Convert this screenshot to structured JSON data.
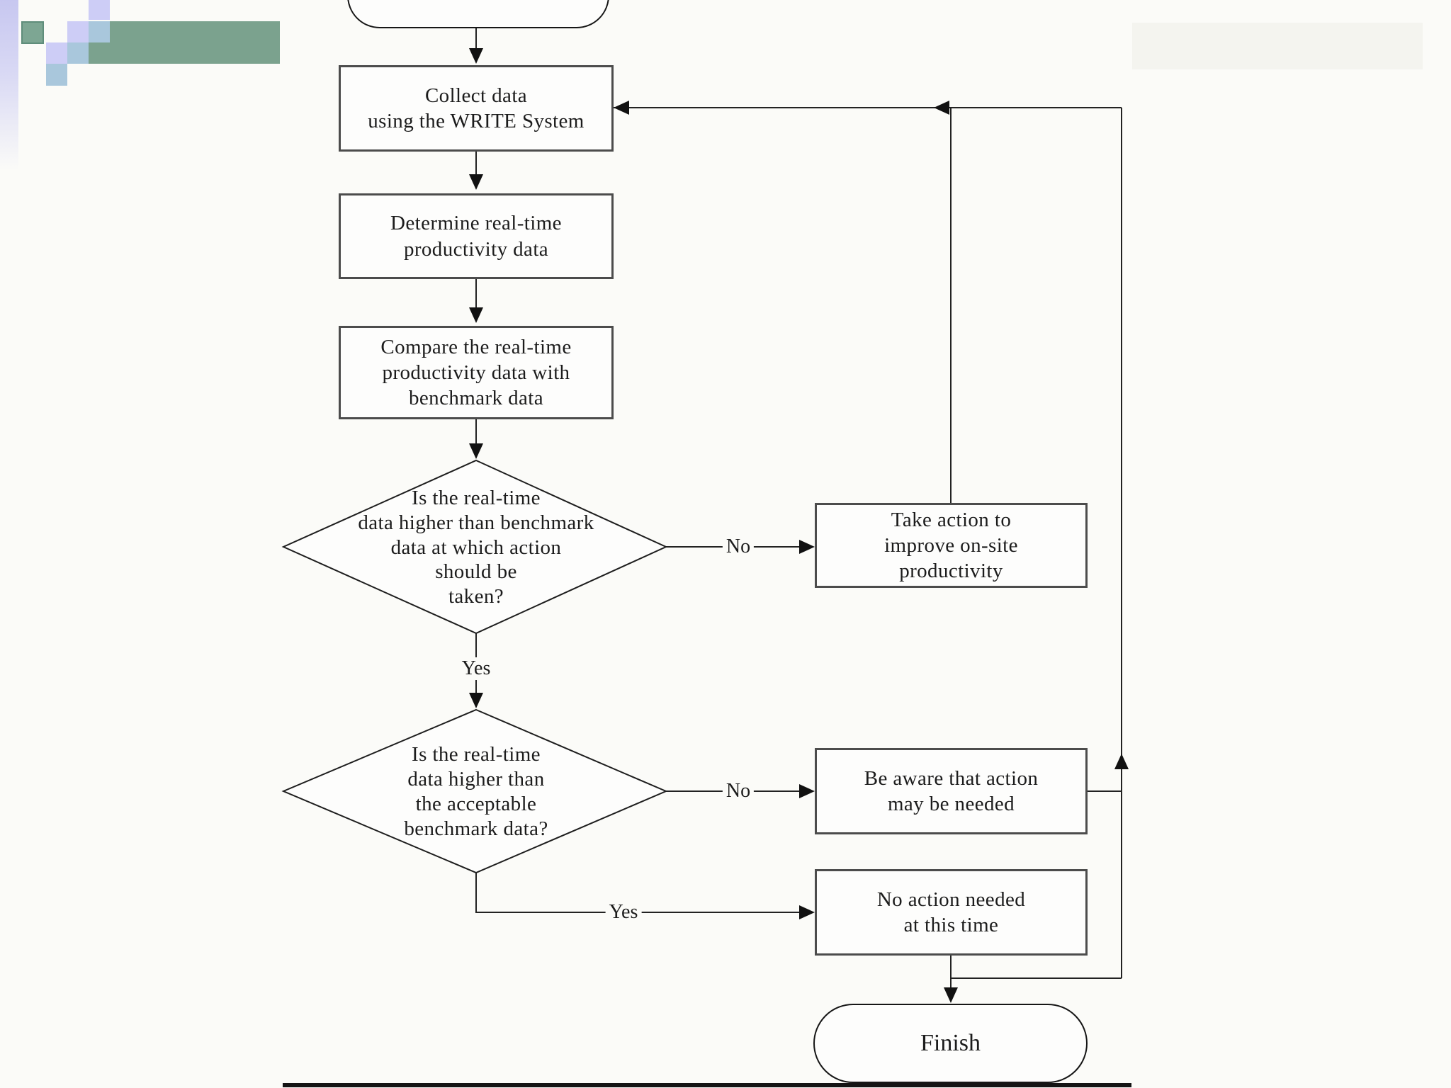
{
  "slide": {
    "colors": {
      "background": "#fbfbf8",
      "accent_green": "#7ba28e",
      "accent_green_dark_border": "#5f8d7b",
      "accent_lavender": "#cdcdf6",
      "accent_blue": "#a9c7dc",
      "line": "#222222",
      "box_border": "#4c4c4c"
    },
    "flowchart": {
      "nodes": {
        "start": {
          "text": ""
        },
        "collect": {
          "text": "Collect data\nusing the WRITE System"
        },
        "determine": {
          "text": "Determine real-time\nproductivity data"
        },
        "compare": {
          "text": "Compare the real-time\nproductivity data with\nbenchmark data"
        },
        "decision1": {
          "text": "Is the real-time\ndata higher than benchmark\ndata at which action\nshould be\ntaken?"
        },
        "decision2": {
          "text": "Is the real-time\ndata higher than\nthe acceptable\nbenchmark data?"
        },
        "take_action": {
          "text": "Take action to\nimprove on-site\nproductivity"
        },
        "be_aware": {
          "text": "Be aware that action\nmay be needed"
        },
        "no_action": {
          "text": "No action needed\nat this time"
        },
        "finish": {
          "text": "Finish"
        }
      },
      "edge_labels": {
        "decision1_no": "No",
        "decision1_yes": "Yes",
        "decision2_no": "No",
        "decision2_yes": "Yes"
      }
    }
  }
}
